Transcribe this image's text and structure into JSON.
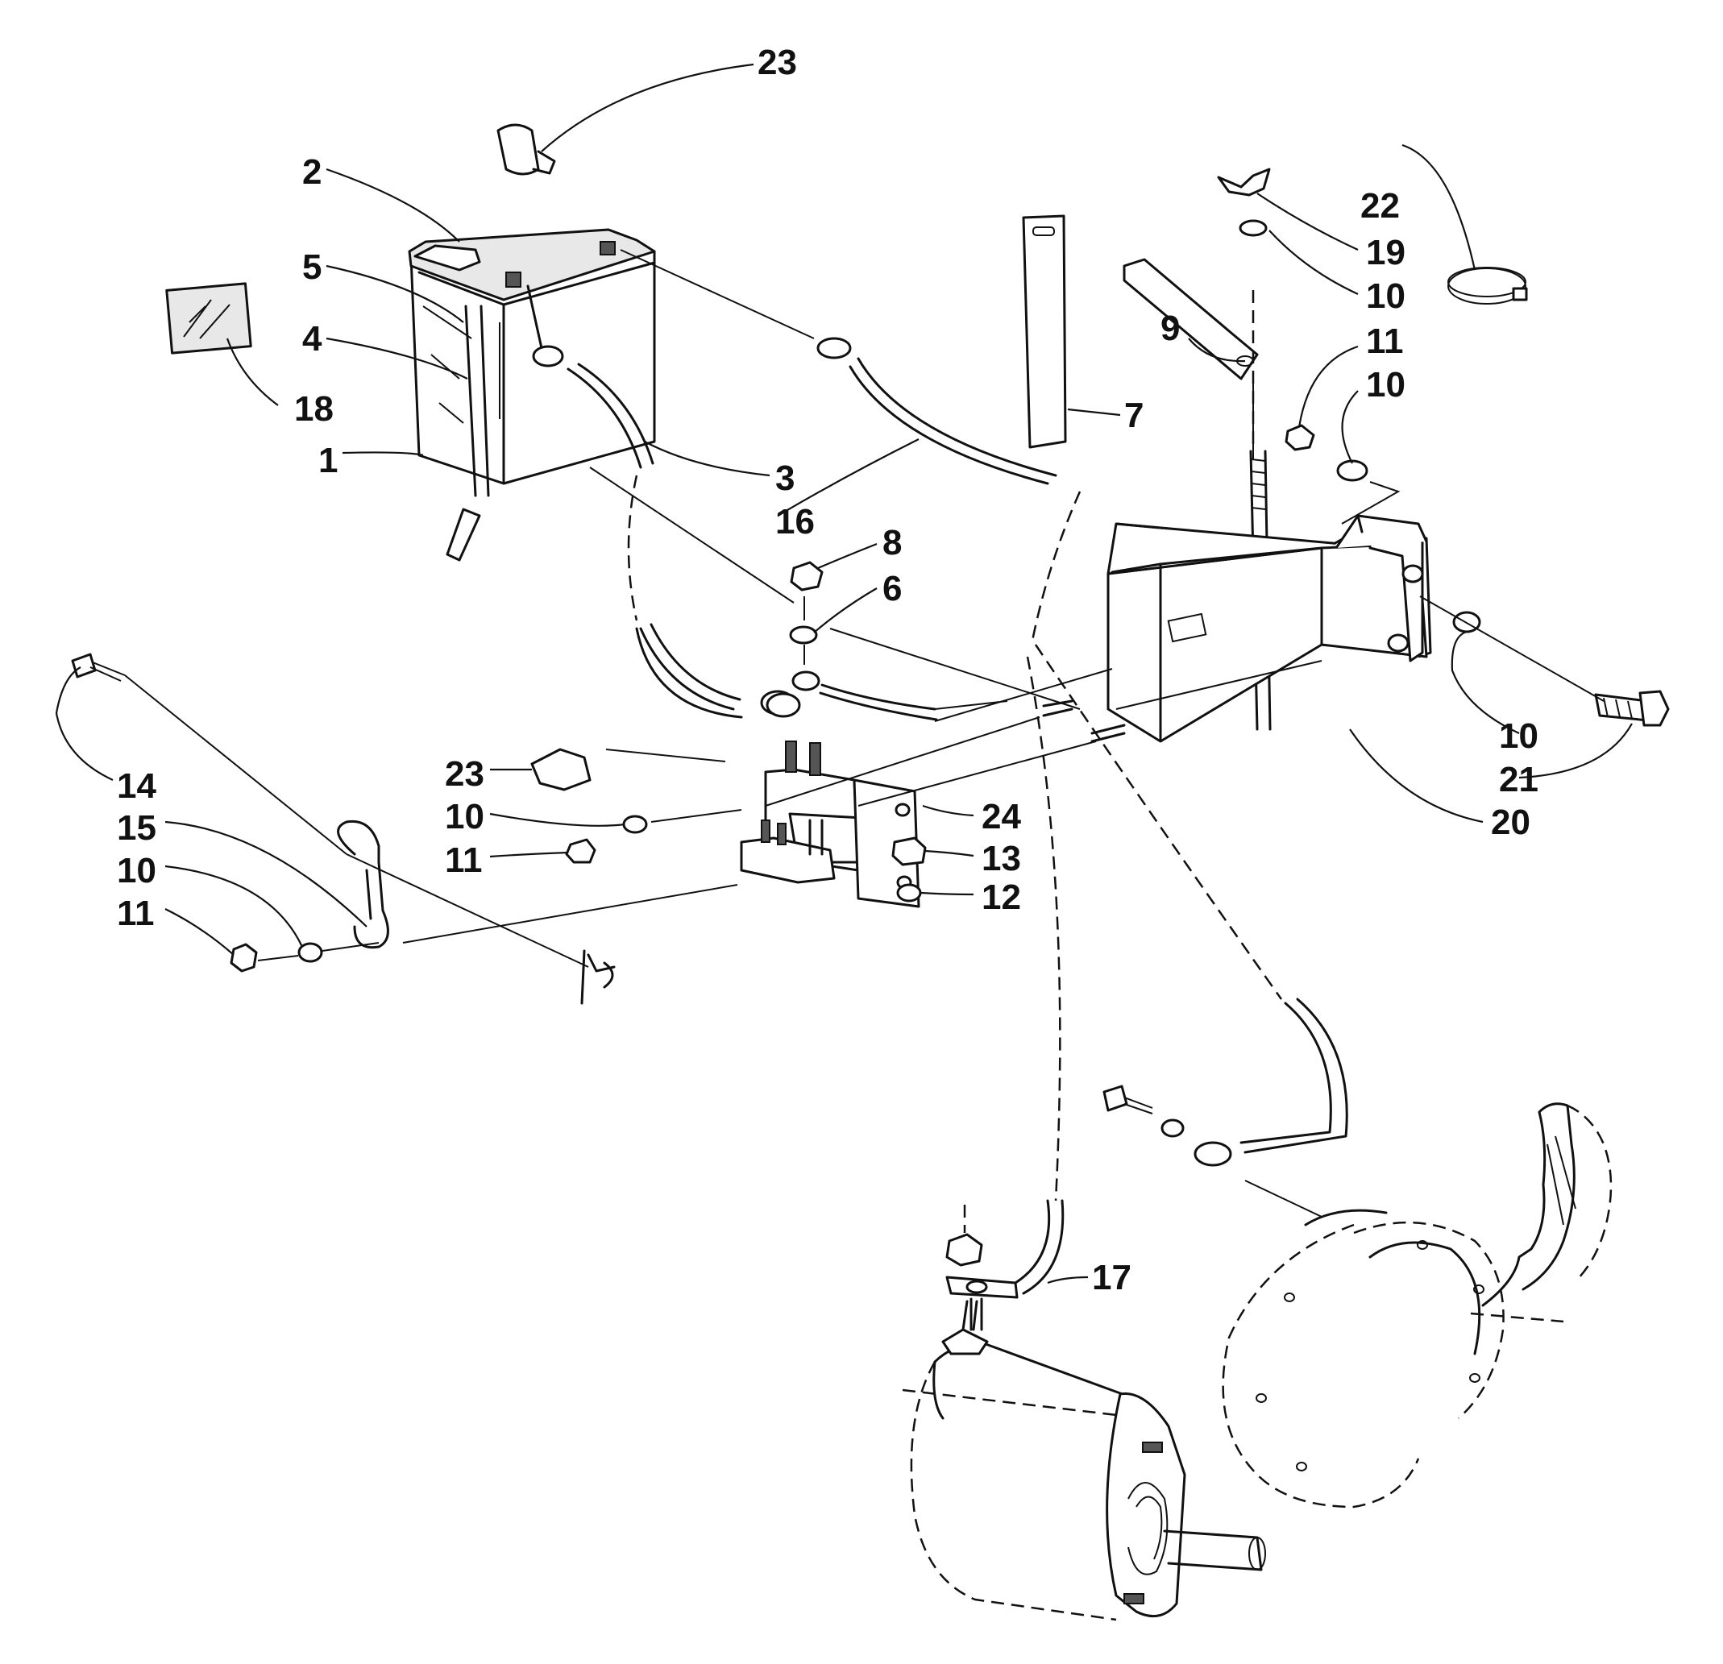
{
  "callouts": [
    {
      "id": "c23a",
      "label": "23"
    },
    {
      "id": "c2",
      "label": "2"
    },
    {
      "id": "c5",
      "label": "5"
    },
    {
      "id": "c4",
      "label": "4"
    },
    {
      "id": "c18",
      "label": "18"
    },
    {
      "id": "c1",
      "label": "1"
    },
    {
      "id": "c3",
      "label": "3"
    },
    {
      "id": "c16",
      "label": "16"
    },
    {
      "id": "c7",
      "label": "7"
    },
    {
      "id": "c9",
      "label": "9"
    },
    {
      "id": "c19",
      "label": "19"
    },
    {
      "id": "c10a",
      "label": "10"
    },
    {
      "id": "c22",
      "label": "22"
    },
    {
      "id": "c11a",
      "label": "11"
    },
    {
      "id": "c10b",
      "label": "10"
    },
    {
      "id": "c8",
      "label": "8"
    },
    {
      "id": "c6",
      "label": "6"
    },
    {
      "id": "c14",
      "label": "14"
    },
    {
      "id": "c15",
      "label": "15"
    },
    {
      "id": "c10c",
      "label": "10"
    },
    {
      "id": "c11b",
      "label": "11"
    },
    {
      "id": "c23b",
      "label": "23"
    },
    {
      "id": "c10d",
      "label": "10"
    },
    {
      "id": "c11c",
      "label": "11"
    },
    {
      "id": "c24",
      "label": "24"
    },
    {
      "id": "c13",
      "label": "13"
    },
    {
      "id": "c12",
      "label": "12"
    },
    {
      "id": "c10e",
      "label": "10"
    },
    {
      "id": "c21",
      "label": "21"
    },
    {
      "id": "c20",
      "label": "20"
    },
    {
      "id": "c17",
      "label": "17"
    }
  ]
}
